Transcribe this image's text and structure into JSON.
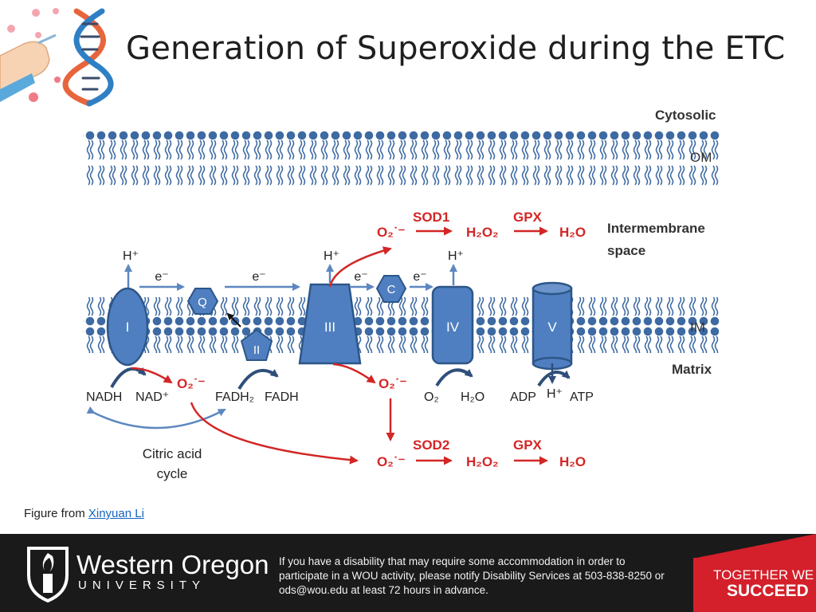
{
  "slide": {
    "title": "Generation of Superoxide during the ETC",
    "caption_prefix": "Figure from ",
    "caption_link": "Xinyuan Li"
  },
  "diagram": {
    "regions": {
      "cytosolic": "Cytosolic",
      "om": "OM",
      "intermembrane": "Intermembrane",
      "space": "space",
      "im": "IM",
      "matrix": "Matrix"
    },
    "complexes": {
      "I": "I",
      "Q": "Q",
      "II": "II",
      "III": "III",
      "C": "C",
      "IV": "IV",
      "V": "V"
    },
    "labels": {
      "h_plus": "H⁺",
      "e_minus": "e⁻",
      "nadh": "NADH",
      "nad": "NAD⁺",
      "fadh2": "FADH₂",
      "fadh": "FADH",
      "o2": "O₂",
      "h2o": "H₂O",
      "adp": "ADP",
      "atp": "ATP",
      "superoxide": "O₂˙⁻",
      "h2o2": "H₂O₂",
      "sod1": "SOD1",
      "sod2": "SOD2",
      "gpx": "GPX",
      "citric_1": "Citric acid",
      "citric_2": "cycle"
    },
    "colors": {
      "membrane": "#3d6aa3",
      "complex": "#4f7fc0",
      "complex_edge": "#2d5689",
      "ros": "#d32626",
      "arrow": "#5d87c0"
    }
  },
  "footer": {
    "university_1": "Western Oregon",
    "university_2": "UNIVERSITY",
    "notice": "If you have a disability that may require some accommodation in order to participate in a WOU activity, please notify Disability Services at 503-838-8250 or ods@wou.edu at least 72 hours in advance.",
    "tagline_1": "TOGETHER WE",
    "tagline_2": "SUCCEED"
  }
}
